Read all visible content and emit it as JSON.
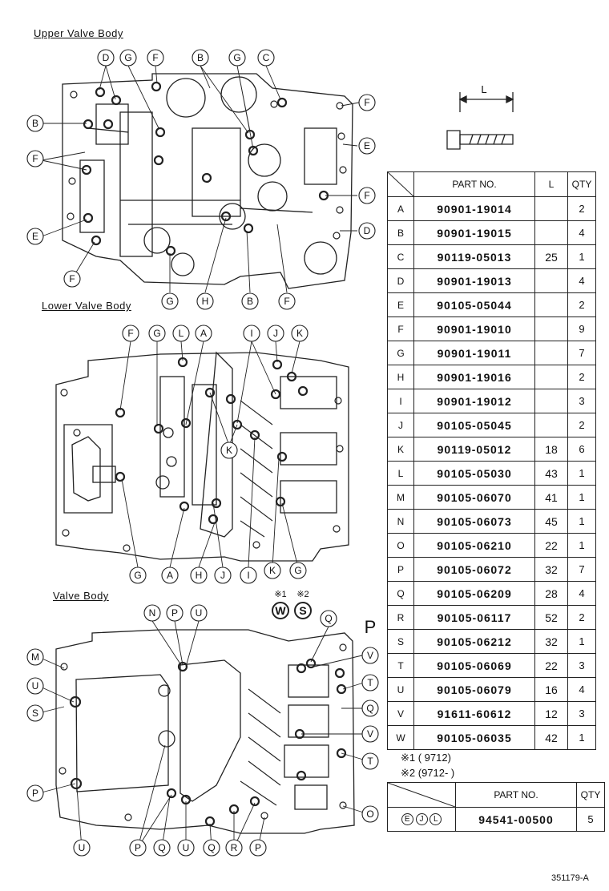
{
  "sections": {
    "upper": "Upper Valve Body",
    "lower": "Lower Valve Body",
    "valve": "Valve Body"
  },
  "bolt_label": "L",
  "table": {
    "header": {
      "part_no": "PART NO.",
      "l": "L",
      "qty": "QTY"
    },
    "rows": [
      {
        "letter": "A",
        "part": "90901-19014",
        "l": "",
        "qty": "2"
      },
      {
        "letter": "B",
        "part": "90901-19015",
        "l": "",
        "qty": "4"
      },
      {
        "letter": "C",
        "part": "90119-05013",
        "l": "25",
        "qty": "1"
      },
      {
        "letter": "D",
        "part": "90901-19013",
        "l": "",
        "qty": "4"
      },
      {
        "letter": "E",
        "part": "90105-05044",
        "l": "",
        "qty": "2"
      },
      {
        "letter": "F",
        "part": "90901-19010",
        "l": "",
        "qty": "9"
      },
      {
        "letter": "G",
        "part": "90901-19011",
        "l": "",
        "qty": "7"
      },
      {
        "letter": "H",
        "part": "90901-19016",
        "l": "",
        "qty": "2"
      },
      {
        "letter": "I",
        "part": "90901-19012",
        "l": "",
        "qty": "3"
      },
      {
        "letter": "J",
        "part": "90105-05045",
        "l": "",
        "qty": "2"
      },
      {
        "letter": "K",
        "part": "90119-05012",
        "l": "18",
        "qty": "6"
      },
      {
        "letter": "L",
        "part": "90105-05030",
        "l": "43",
        "qty": "1"
      },
      {
        "letter": "M",
        "part": "90105-06070",
        "l": "41",
        "qty": "1"
      },
      {
        "letter": "N",
        "part": "90105-06073",
        "l": "45",
        "qty": "1"
      },
      {
        "letter": "O",
        "part": "90105-06210",
        "l": "22",
        "qty": "1"
      },
      {
        "letter": "P",
        "part": "90105-06072",
        "l": "32",
        "qty": "7"
      },
      {
        "letter": "Q",
        "part": "90105-06209",
        "l": "28",
        "qty": "4"
      },
      {
        "letter": "R",
        "part": "90105-06117",
        "l": "52",
        "qty": "2"
      },
      {
        "letter": "S",
        "part": "90105-06212",
        "l": "32",
        "qty": "1"
      },
      {
        "letter": "T",
        "part": "90105-06069",
        "l": "22",
        "qty": "3"
      },
      {
        "letter": "U",
        "part": "90105-06079",
        "l": "16",
        "qty": "4"
      },
      {
        "letter": "V",
        "part": "91611-60612",
        "l": "12",
        "qty": "3"
      },
      {
        "letter": "W",
        "part": "90105-06035",
        "l": "42",
        "qty": "1"
      }
    ]
  },
  "notes": {
    "n1": "※1 (          9712)",
    "n2": "※2 (9712-          )",
    "w_label": "※1",
    "s_label": "※2"
  },
  "table2": {
    "header": {
      "part_no": "PART NO.",
      "qty": "QTY"
    },
    "row": {
      "letters": [
        "E",
        "J",
        "L"
      ],
      "part": "94541-00500",
      "qty": "5"
    }
  },
  "ref_code": "351179-A",
  "callouts": {
    "upper": [
      "D",
      "G",
      "F",
      "B",
      "G",
      "C",
      "B",
      "F",
      "F",
      "E",
      "E",
      "F",
      "D",
      "F",
      "G",
      "H",
      "B",
      "F"
    ],
    "lower": [
      "F",
      "G",
      "L",
      "A",
      "I",
      "J",
      "K",
      "K",
      "G",
      "A",
      "H",
      "J",
      "I",
      "K",
      "G"
    ],
    "valve": [
      "N",
      "P",
      "U",
      "Q",
      "P",
      "V",
      "M",
      "U",
      "S",
      "T",
      "Q",
      "V",
      "T",
      "O",
      "P",
      "U",
      "P",
      "Q",
      "U",
      "Q",
      "R",
      "P"
    ]
  }
}
